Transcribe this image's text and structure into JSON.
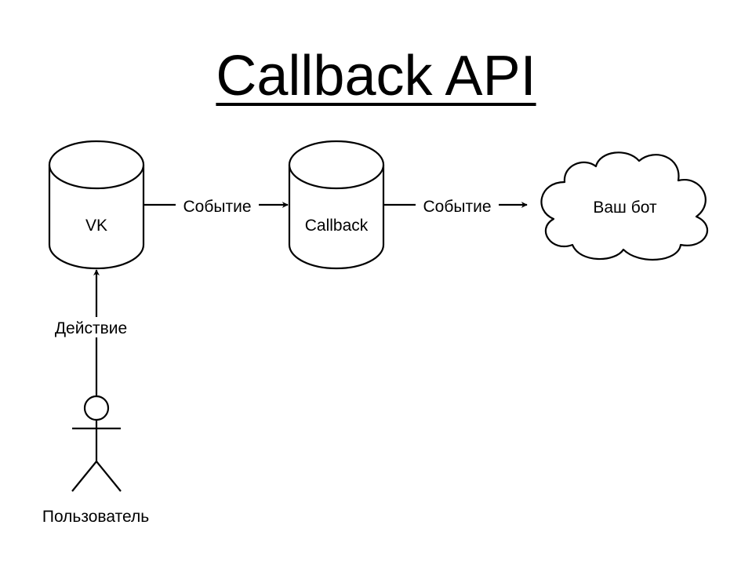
{
  "title": "Callback API",
  "nodes": {
    "vk": {
      "label": "VK",
      "shape": "cylinder"
    },
    "callback": {
      "label": "Callback",
      "shape": "cylinder"
    },
    "bot": {
      "label": "Ваш бот",
      "shape": "cloud"
    },
    "user": {
      "label": "Пользователь",
      "shape": "actor"
    }
  },
  "edges": {
    "vk_to_callback": {
      "label": "Событие",
      "from": "vk",
      "to": "callback"
    },
    "callback_to_bot": {
      "label": "Событие",
      "from": "callback",
      "to": "bot"
    },
    "user_to_vk": {
      "label": "Действие",
      "from": "user",
      "to": "vk"
    }
  },
  "colors": {
    "stroke": "#000000",
    "fill": "#ffffff",
    "background": "#ffffff"
  }
}
